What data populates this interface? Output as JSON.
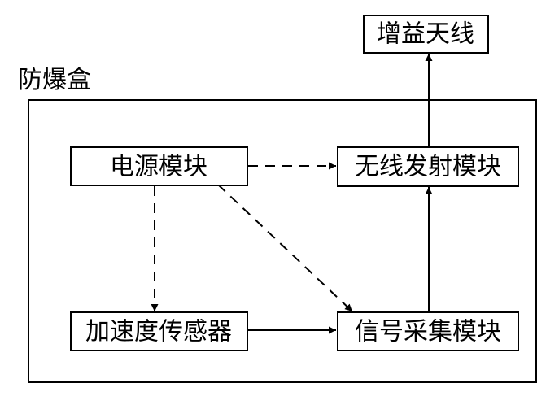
{
  "container": {
    "label": "防爆盒"
  },
  "nodes": {
    "antenna": "增益天线",
    "power": "电源模块",
    "wireless": "无线发射模块",
    "sensor": "加速度传感器",
    "acquisition": "信号采集模块"
  },
  "edges": [
    {
      "from": "power",
      "to": "wireless",
      "style": "dashed"
    },
    {
      "from": "power",
      "to": "sensor",
      "style": "dashed"
    },
    {
      "from": "power",
      "to": "acquisition",
      "style": "dashed"
    },
    {
      "from": "sensor",
      "to": "acquisition",
      "style": "solid"
    },
    {
      "from": "acquisition",
      "to": "wireless",
      "style": "solid"
    },
    {
      "from": "wireless",
      "to": "antenna",
      "style": "solid"
    }
  ]
}
